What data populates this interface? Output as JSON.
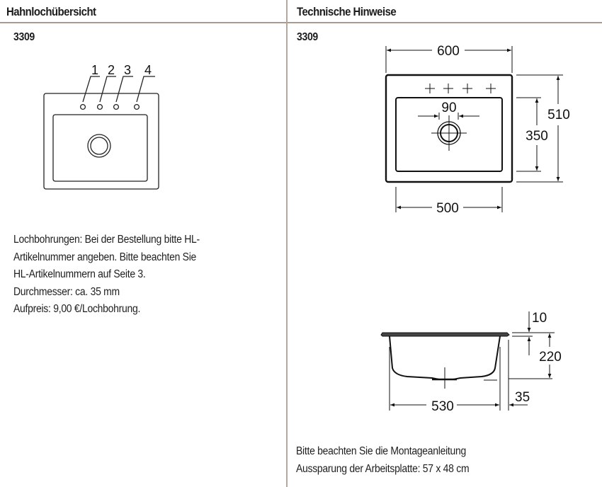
{
  "left_section": {
    "title": "Hahnlochübersicht",
    "model_number": "3309",
    "tap_hole_labels": [
      "1",
      "2",
      "3",
      "4"
    ],
    "notes": [
      "Lochbohrungen: Bei der Bestellung bitte HL-",
      "Artikelnummer angeben. Bitte beachten Sie",
      "HL-Artikelnummern auf Seite 3.",
      "Durchmesser: ca. 35 mm",
      "Aufpreis: 9,00 €/Lochbohrung."
    ]
  },
  "right_section": {
    "title": "Technische Hinweise",
    "model_number": "3309",
    "top_view_dimensions": {
      "overall_width": "600",
      "overall_depth": "510",
      "bowl_width": "500",
      "bowl_depth": "350",
      "drain_diameter": "90"
    },
    "side_view_dimensions": {
      "rim_thickness": "10",
      "bowl_height": "220",
      "overall_width": "530",
      "rim_overhang": "35"
    },
    "notes": [
      "Bitte beachten Sie die Montageanleitung",
      "Aussparung der Arbeitsplatte: 57 x 48 cm"
    ]
  },
  "colors": {
    "rule": "#a89a8e",
    "text": "#1c1c1c",
    "drawing": "#111111"
  }
}
